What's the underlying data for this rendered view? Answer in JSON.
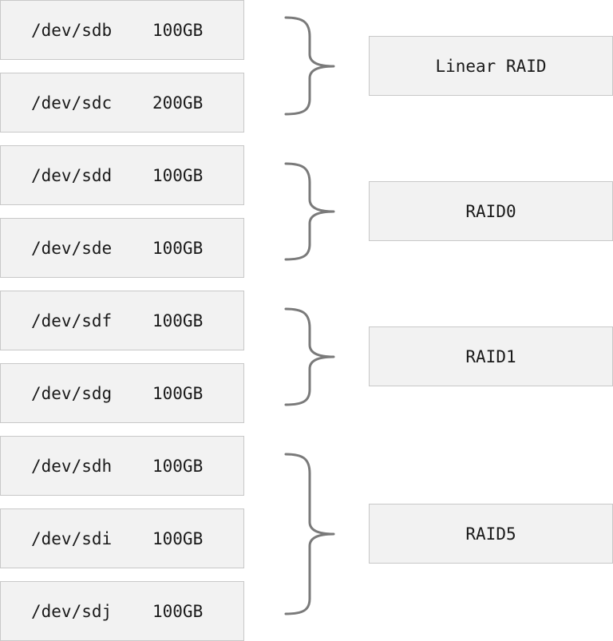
{
  "disks": [
    {
      "device": "/dev/sdb",
      "size": "100GB"
    },
    {
      "device": "/dev/sdc",
      "size": "200GB"
    },
    {
      "device": "/dev/sdd",
      "size": "100GB"
    },
    {
      "device": "/dev/sde",
      "size": "100GB"
    },
    {
      "device": "/dev/sdf",
      "size": "100GB"
    },
    {
      "device": "/dev/sdg",
      "size": "100GB"
    },
    {
      "device": "/dev/sdh",
      "size": "100GB"
    },
    {
      "device": "/dev/sdi",
      "size": "100GB"
    },
    {
      "device": "/dev/sdj",
      "size": "100GB"
    }
  ],
  "arrays": [
    {
      "label": "Linear RAID"
    },
    {
      "label": "RAID0"
    },
    {
      "label": "RAID1"
    },
    {
      "label": "RAID5"
    }
  ]
}
